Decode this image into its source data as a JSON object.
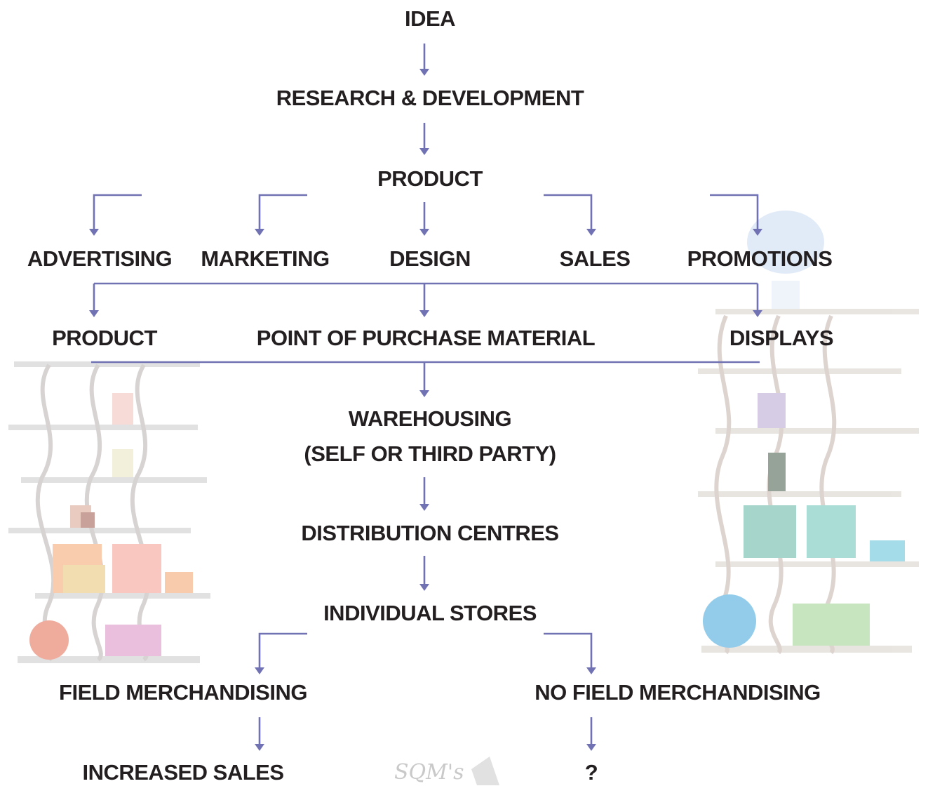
{
  "diagram": {
    "nodes": {
      "idea": "IDEA",
      "research": "RESEARCH & DEVELOPMENT",
      "product": "PRODUCT",
      "advertising": "ADVERTISING",
      "marketing": "MARKETING",
      "design": "DESIGN",
      "sales": "SALES",
      "promotions": "PROMOTIONS",
      "product2": "PRODUCT",
      "pop_material": "POINT OF PURCHASE MATERIAL",
      "displays": "DISPLAYS",
      "warehousing": "WAREHOUSING",
      "warehousing_sub": "(SELF OR THIRD PARTY)",
      "distribution": "DISTRIBUTION CENTRES",
      "stores": "INDIVIDUAL STORES",
      "field": "FIELD MERCHANDISING",
      "no_field": "NO FIELD MERCHANDISING",
      "increased_sales": "INCREASED SALES",
      "unknown": "?"
    },
    "watermark": "SQM's",
    "colors": {
      "arrow": "#7072b4",
      "text": "#231f20"
    }
  }
}
